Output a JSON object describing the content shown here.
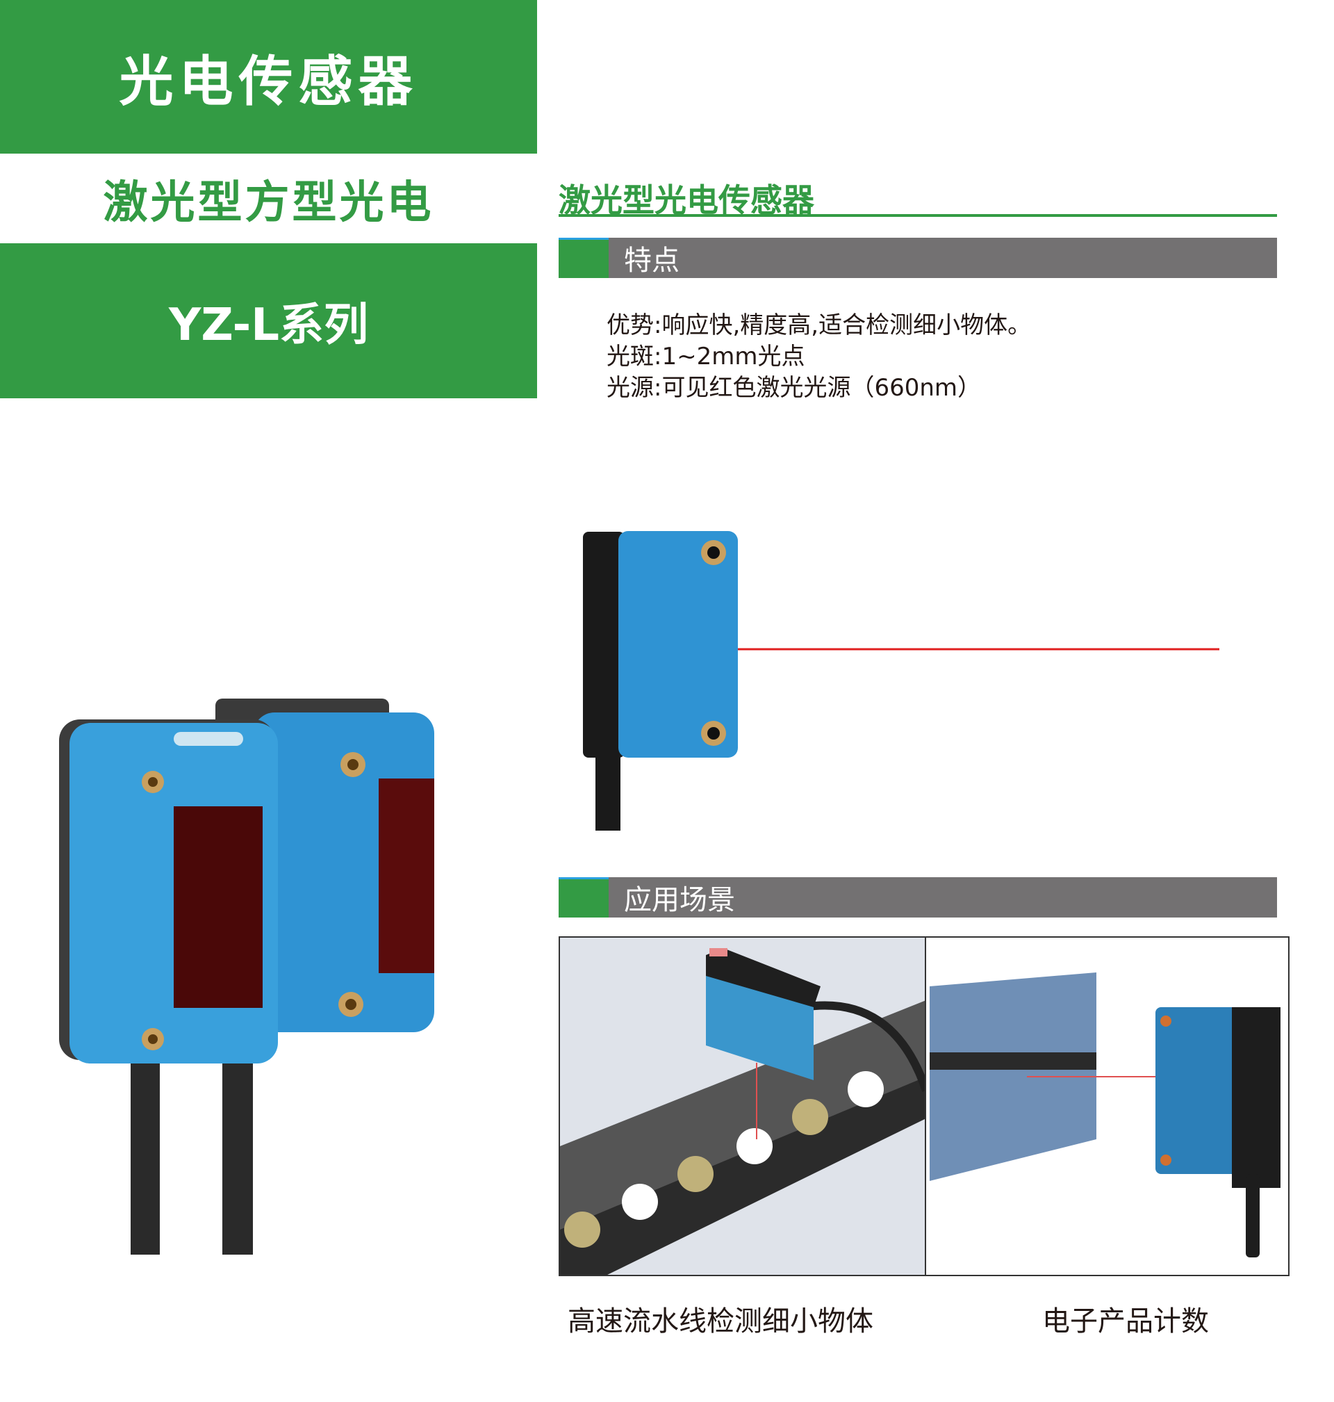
{
  "header": {
    "title": "光电传感器",
    "subtitle": "激光型方型光电",
    "series": "YZ-L系列"
  },
  "section": {
    "title": "激光型光电传感器"
  },
  "features": {
    "heading": "特点",
    "lines": [
      "优势:响应快,精度高,适合检测细小物体。",
      "光斑:1~2mm光点",
      "光源:可见红色激光光源（660nm）"
    ]
  },
  "applications": {
    "heading": "应用场景",
    "captions": [
      "高速流水线检测细小物体",
      "电子产品计数"
    ]
  },
  "colors": {
    "brand_green": "#339b44",
    "bar_gray": "#737172",
    "sensor_blue": "#2f8fd0",
    "laser_red": "#e02020"
  }
}
